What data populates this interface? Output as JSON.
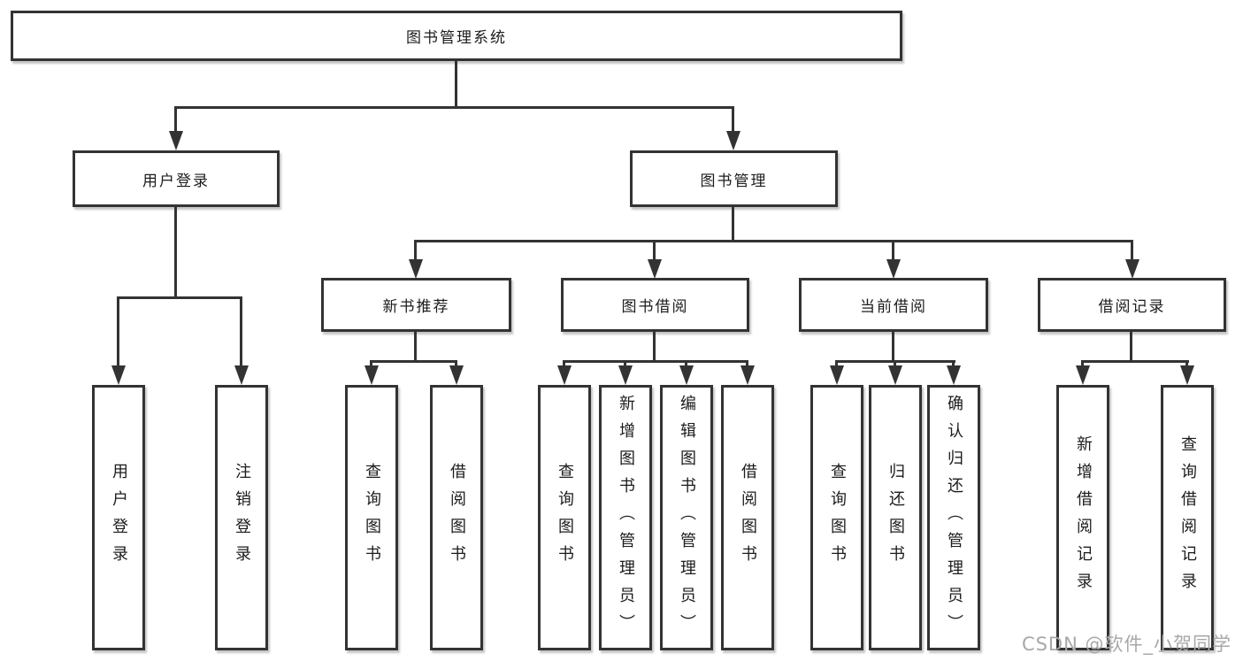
{
  "tree": {
    "root": {
      "label": "图书管理系统"
    },
    "children": [
      {
        "label": "用户登录",
        "children": [
          {
            "label": "用户登录"
          },
          {
            "label": "注销登录"
          }
        ]
      },
      {
        "label": "图书管理",
        "children": [
          {
            "label": "新书推荐",
            "children": [
              {
                "label": "查询图书"
              },
              {
                "label": "借阅图书"
              }
            ]
          },
          {
            "label": "图书借阅",
            "children": [
              {
                "label": "查询图书"
              },
              {
                "label": "新增图书（管理员）"
              },
              {
                "label": "编辑图书（管理员）"
              },
              {
                "label": "借阅图书"
              }
            ]
          },
          {
            "label": "当前借阅",
            "children": [
              {
                "label": "查询图书"
              },
              {
                "label": "归还图书"
              },
              {
                "label": "确认归还（管理员）"
              }
            ]
          },
          {
            "label": "借阅记录",
            "children": [
              {
                "label": "新增借阅记录"
              },
              {
                "label": "查询借阅记录"
              }
            ]
          }
        ]
      }
    ]
  },
  "watermark": {
    "text": "CSDN @软件_小贺同学"
  },
  "colors": {
    "line": "#333333",
    "box_border": "#333333",
    "text": "#1c1c1c",
    "watermark": "#a8a8a8",
    "background": "#ffffff"
  }
}
